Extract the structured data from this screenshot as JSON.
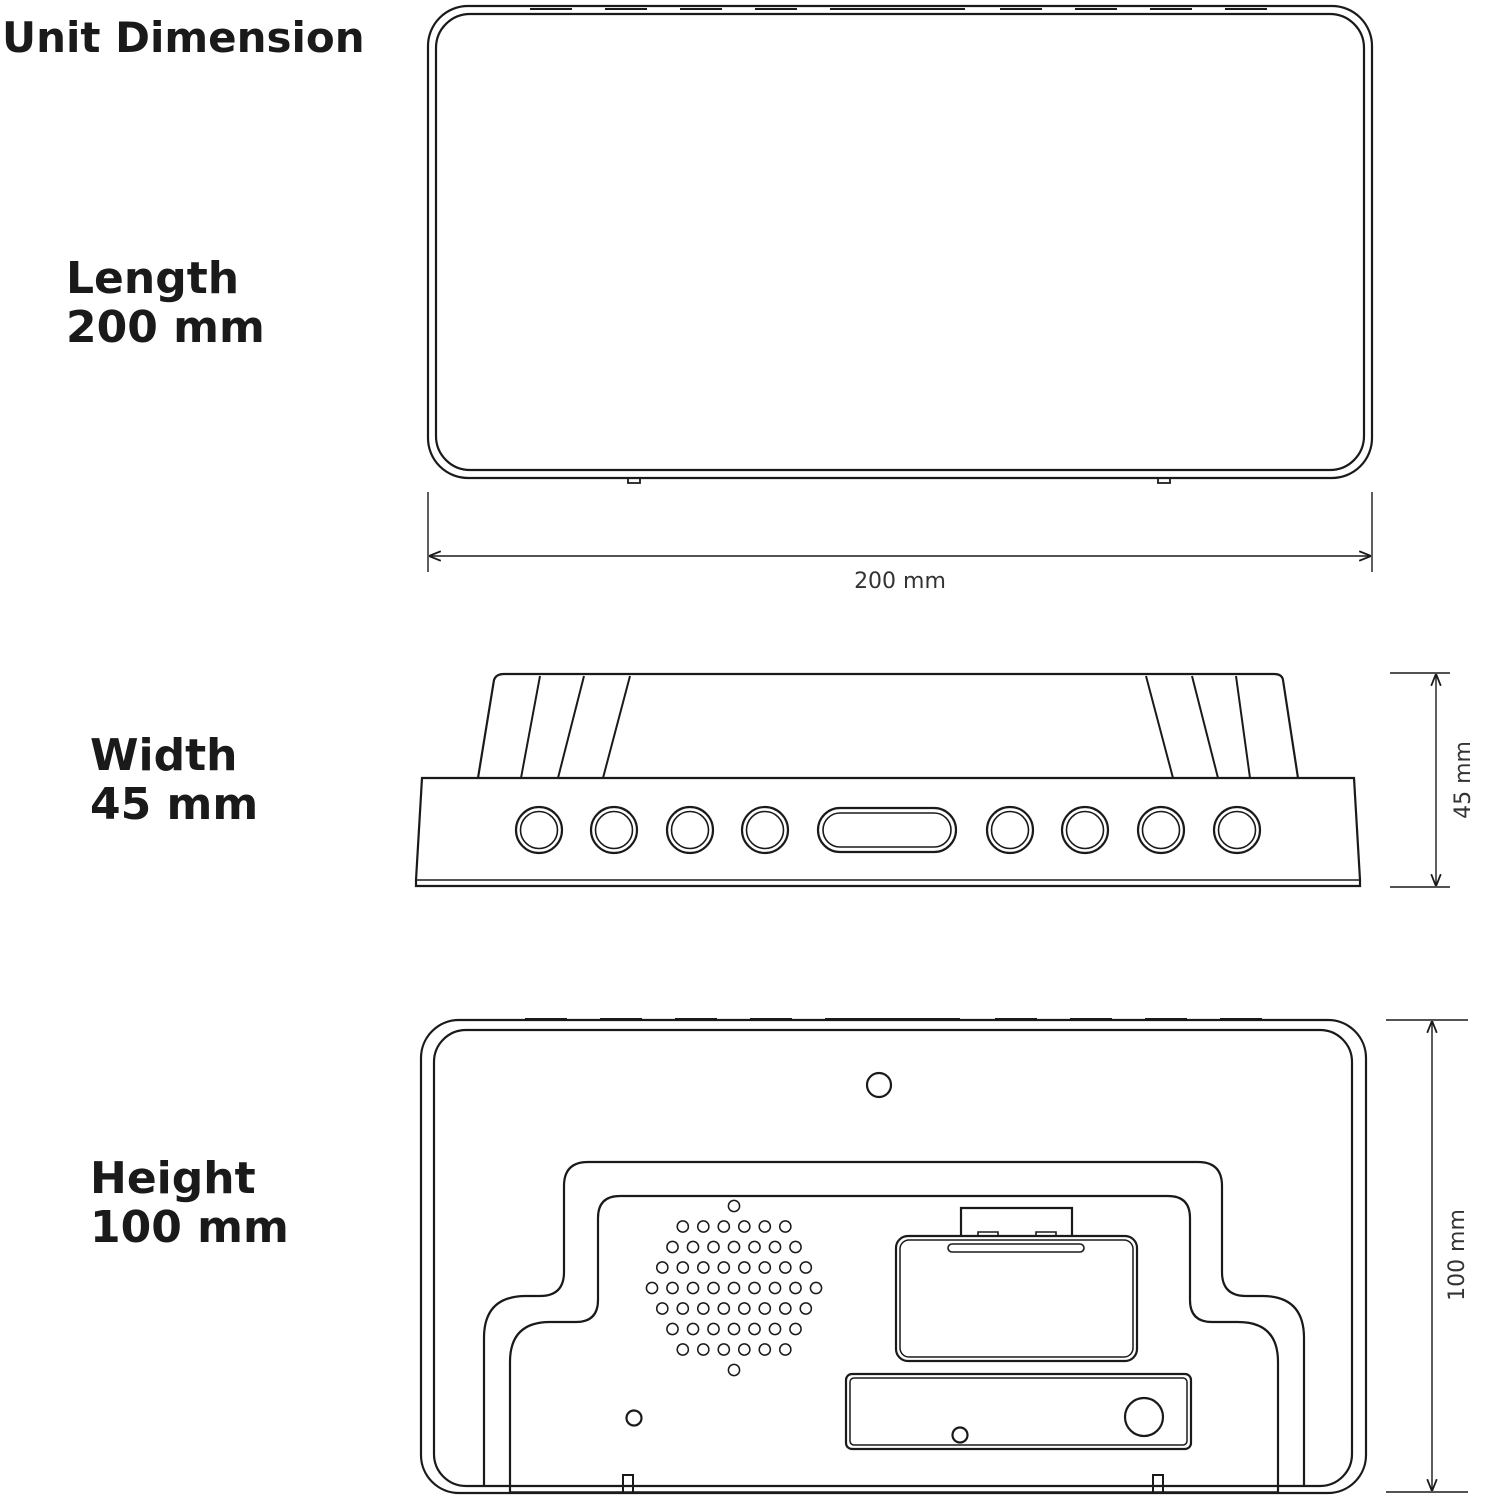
{
  "title": "Unit Dimension",
  "length": {
    "label": "Length",
    "value": "200 mm"
  },
  "width": {
    "label": "Width",
    "value": "45 mm"
  },
  "height": {
    "label": "Height",
    "value": "100 mm"
  },
  "dimensions": {
    "length_mark": "200 mm",
    "width_mark": "45 mm",
    "height_mark": "100 mm"
  },
  "colors": {
    "line": "#1a1a1a",
    "background": "#ffffff"
  }
}
